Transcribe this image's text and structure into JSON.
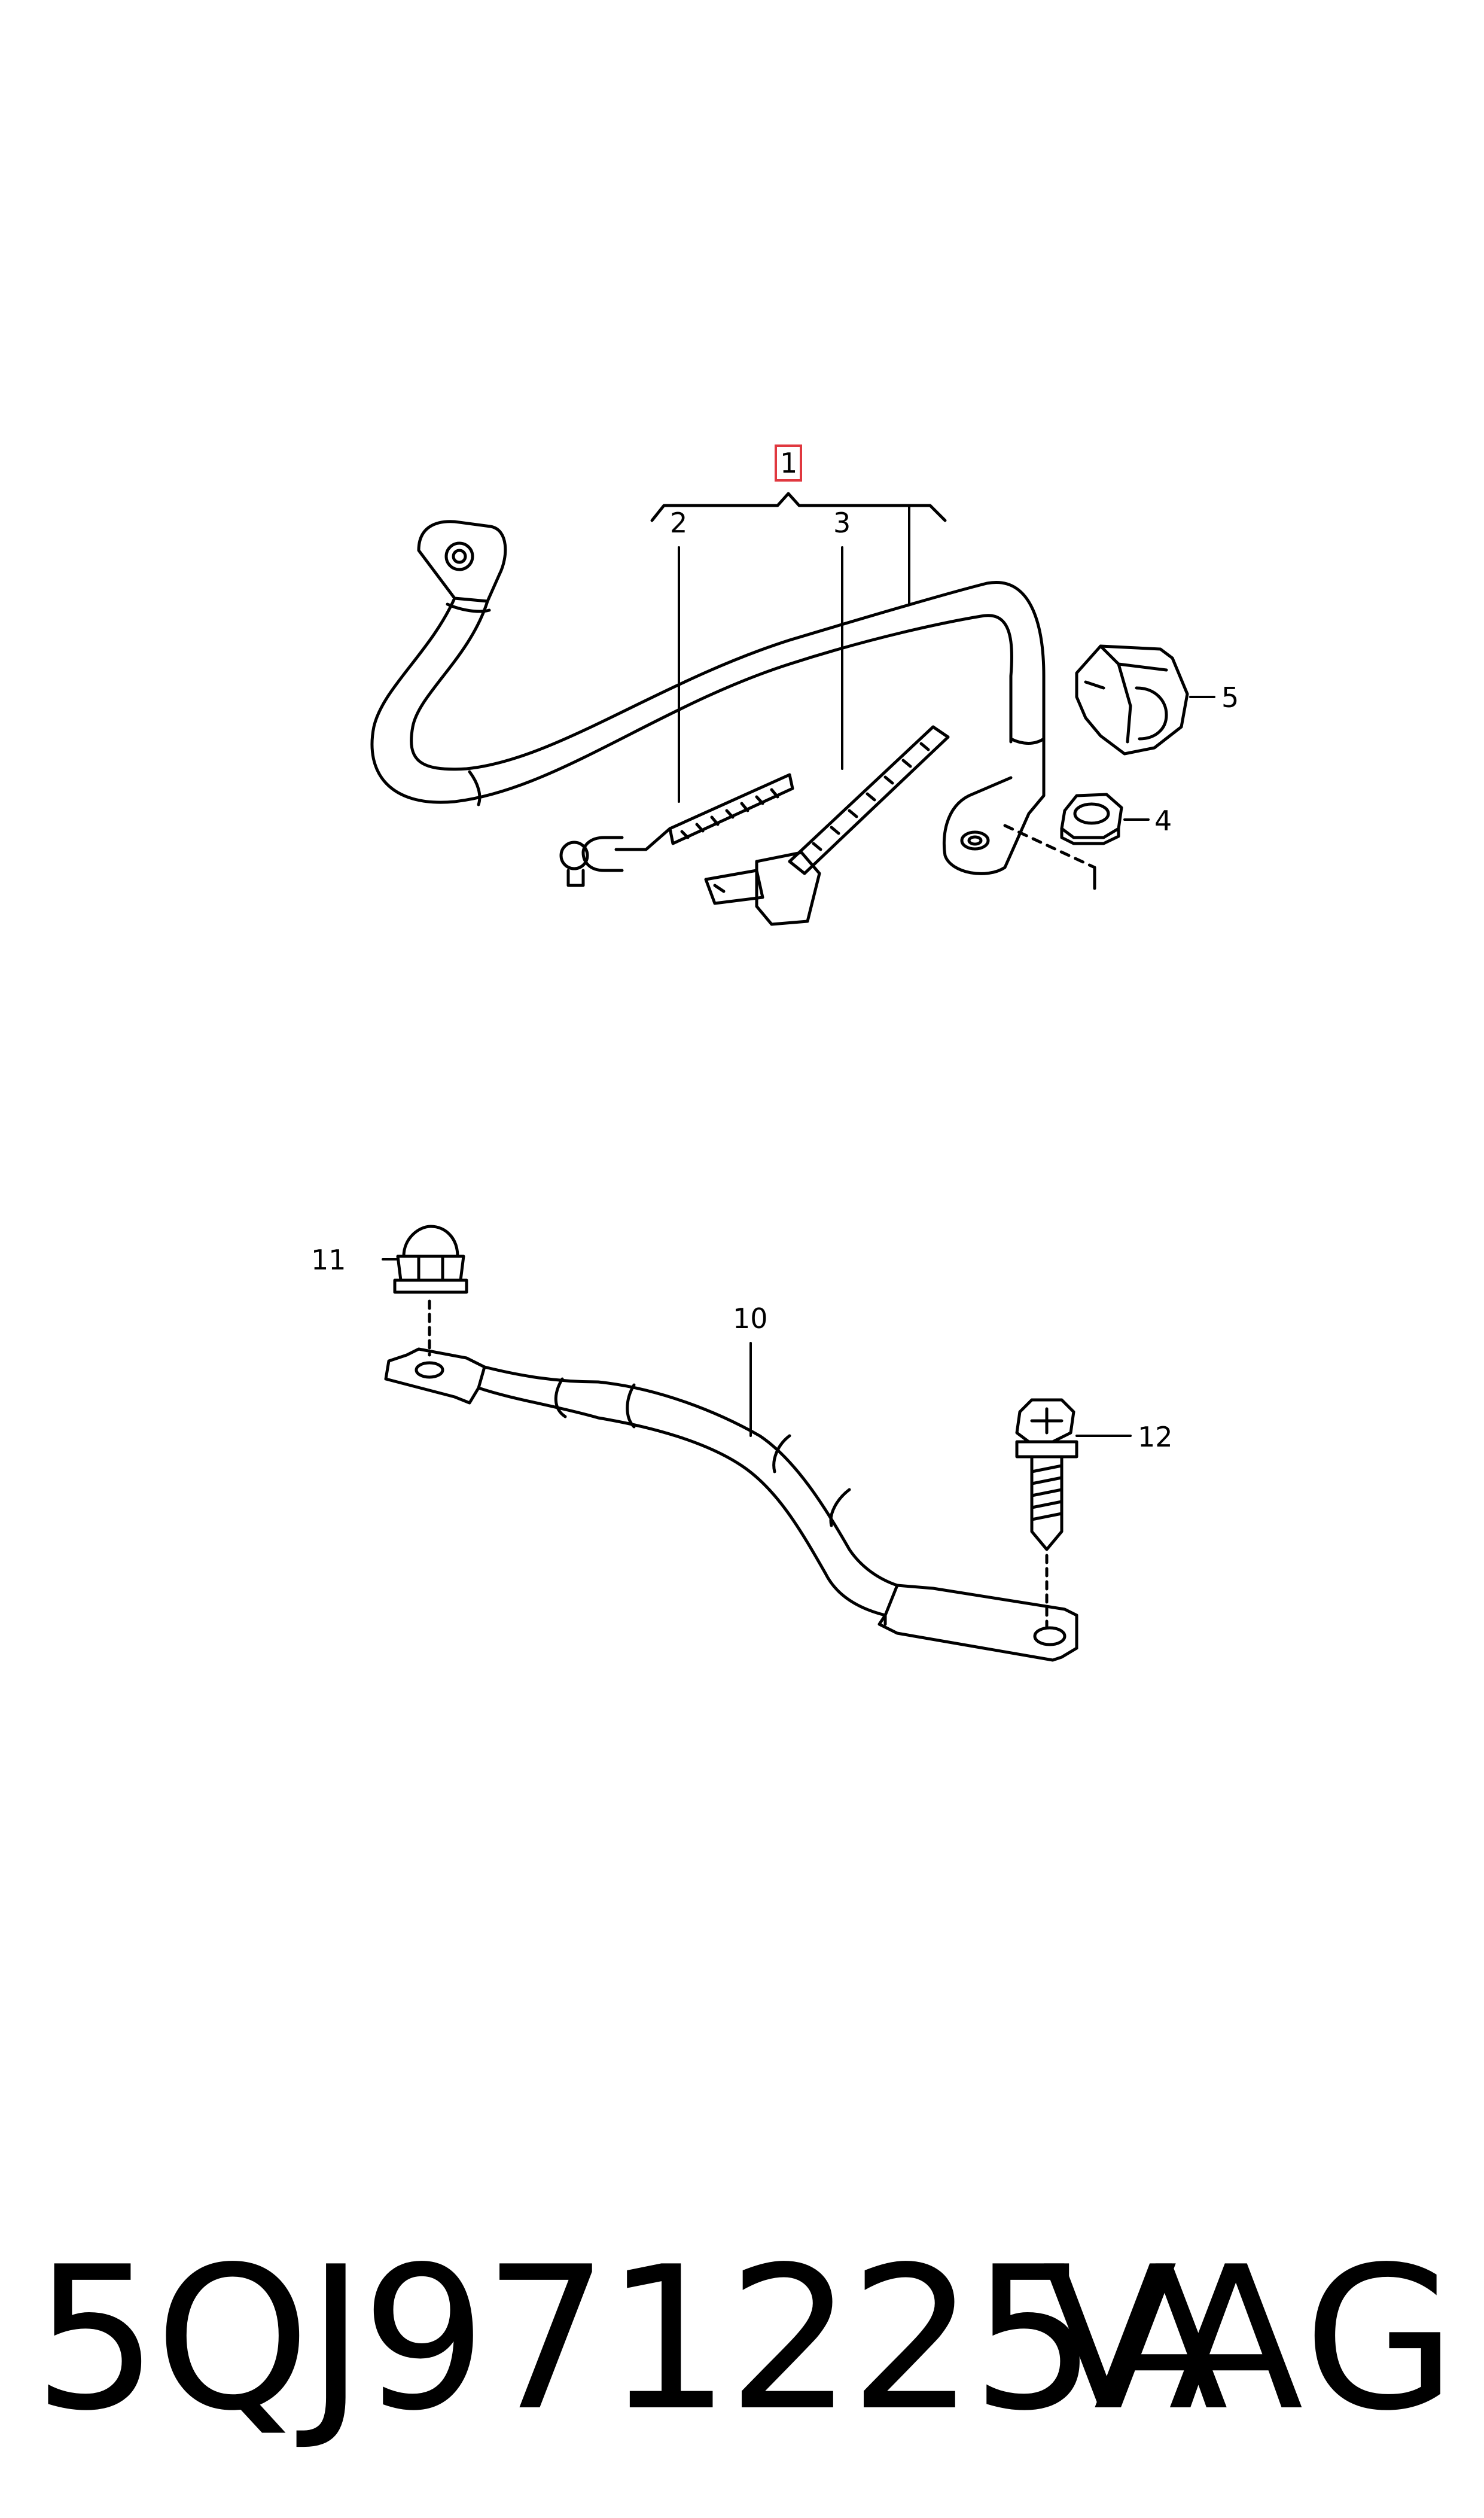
{
  "callouts": {
    "c1": "1",
    "c2": "2",
    "c3": "3",
    "c4": "4",
    "c5": "5",
    "c10": "10",
    "c11": "11",
    "c12": "12"
  },
  "highlight_color": "#e0383f",
  "footer": {
    "part_number": "5QJ971225A",
    "brand": "VAG"
  }
}
